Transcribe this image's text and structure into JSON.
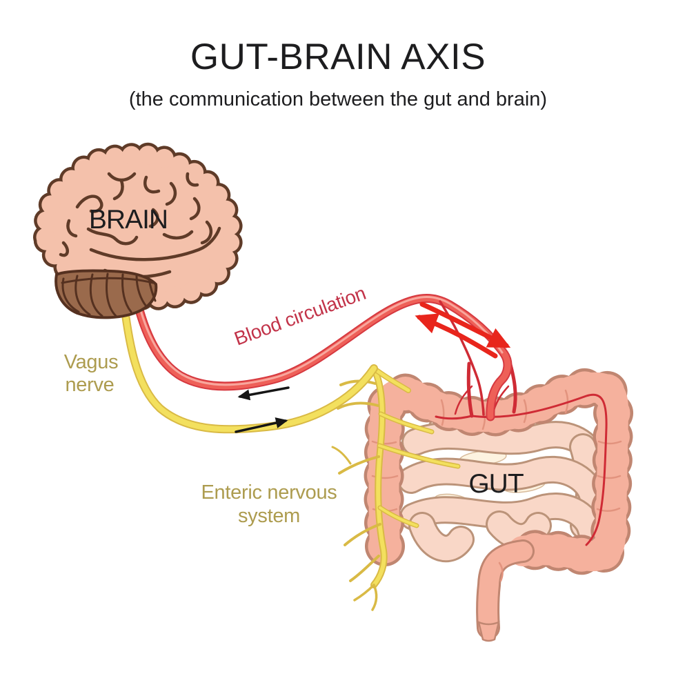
{
  "header": {
    "title": "GUT-BRAIN AXIS",
    "subtitle": "(the communication between the gut and brain)"
  },
  "labels": {
    "brain": "BRAIN",
    "gut": "GUT",
    "vagus_nerve_line1": "Vagus",
    "vagus_nerve_line2": "nerve",
    "blood_circulation": "Blood circulation",
    "enteric_line1": "Enteric nervous",
    "enteric_line2": "system"
  },
  "colors": {
    "page-bg": "#ffffff",
    "text-black": "#1d1d1f",
    "brain-fill": "#f4c1ab",
    "brain-outline": "#5f3b28",
    "cerebellum-fill": "#9a6a4c",
    "cerebellum-line": "#553120",
    "vagus-yellow": "#f3e05e",
    "vagus-edge": "#d9ba45",
    "label-olive": "#ad9c4f",
    "blood-red": "#ee6058",
    "blood-edge": "#d63940",
    "blood-highlight": "#f8a79e",
    "vessel-red": "#cf2b35",
    "arrow-red": "#e8251c",
    "label-red": "#c23349",
    "arrow-black": "#161616",
    "colon-fill": "#f5b19d",
    "colon-outline": "#c08671",
    "colon-crease": "#e2937e",
    "intestine-fill": "#f9d7c7",
    "intestine-outline": "#bb9379",
    "intestine-gap": "#fdf3e0"
  }
}
